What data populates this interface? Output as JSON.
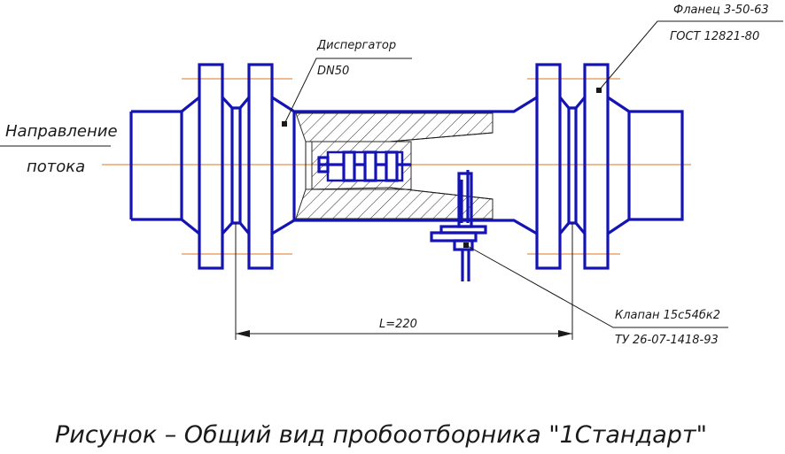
{
  "labels": {
    "flow_line1": "Направление",
    "flow_line2": "потока",
    "disperser_line1": "Диспергатор",
    "disperser_line2": "DN50",
    "flange_line1": "Фланец 3-50-63",
    "flange_line2": "ГОСТ 12821-80",
    "valve_line1": "Клапан 15с54бк2",
    "valve_line2": "ТУ 26-07-1418-93",
    "dimension": "L=220",
    "caption": "Рисунок    – Общий вид пробоотборника \"1Стандарт\""
  },
  "colors": {
    "outline": "#1414b4",
    "axis": "#e07a1f",
    "leader": "#1a1a1a"
  }
}
